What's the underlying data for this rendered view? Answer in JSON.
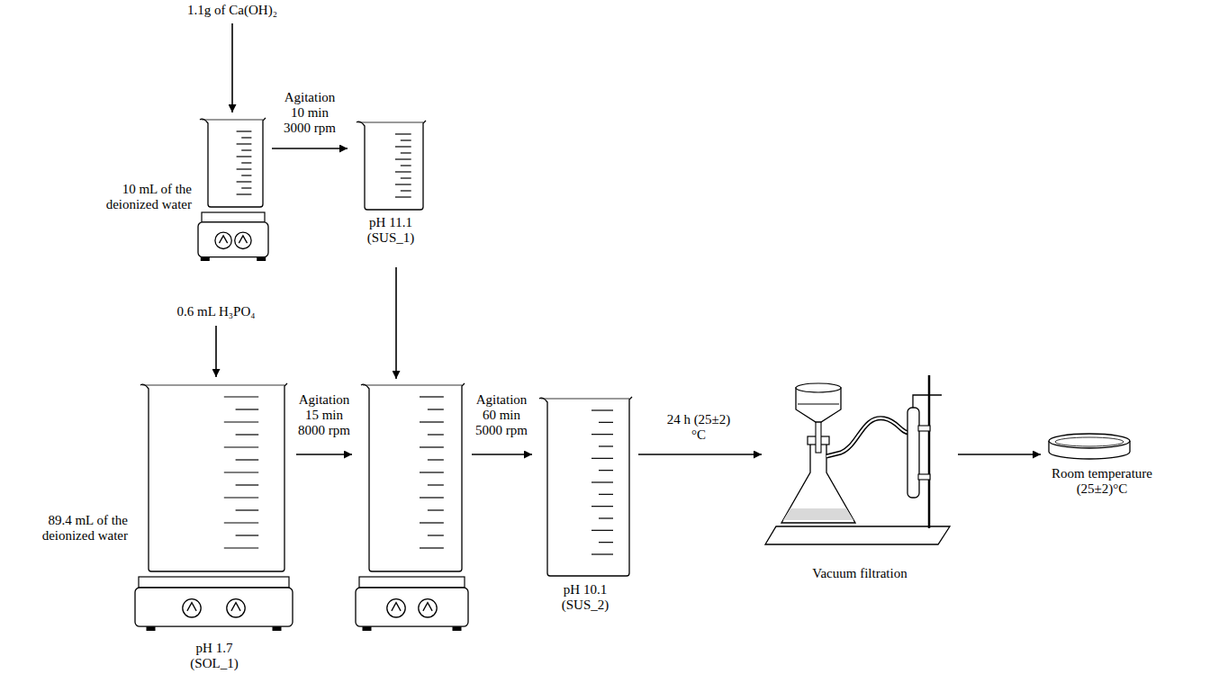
{
  "diagram": {
    "nodes": [
      {
        "text": [
          "10 mL of the deionized water"
        ]
      },
      {
        "text": [
          "pH 11.1 (SUS_1)"
        ]
      },
      {
        "text": [
          "89.4 mL of the deionized water",
          "pH 1.7 (SOL_1)"
        ]
      },
      {
        "text": []
      },
      {
        "text": [
          "pH 10.1 (SUS_2)"
        ]
      },
      {
        "text": [
          "Vacuum filtration"
        ]
      },
      {
        "text": [
          "Room temperature (25±2)°C"
        ]
      }
    ],
    "edges": [
      {
        "from": 0,
        "to": 1,
        "arrow": "to",
        "label": "Agitation 10 min 3000 rpm"
      },
      {
        "from": 1,
        "to": 3,
        "arrow": "to"
      },
      {
        "from": 2,
        "to": 3,
        "arrow": "to",
        "label": "Agitation 15 min 8000 rpm"
      },
      {
        "from": 3,
        "to": 4,
        "arrow": "to",
        "label": "Agitation 60 min 5000 rpm"
      },
      {
        "from": 4,
        "to": 5,
        "arrow": "to",
        "label": "24 h (25±2)°C"
      },
      {
        "from": 5,
        "to": 6,
        "arrow": "to"
      }
    ],
    "labels": [
      "1.1g of Ca(OH)₂",
      "0.6 mL H₃PO₄"
    ]
  }
}
